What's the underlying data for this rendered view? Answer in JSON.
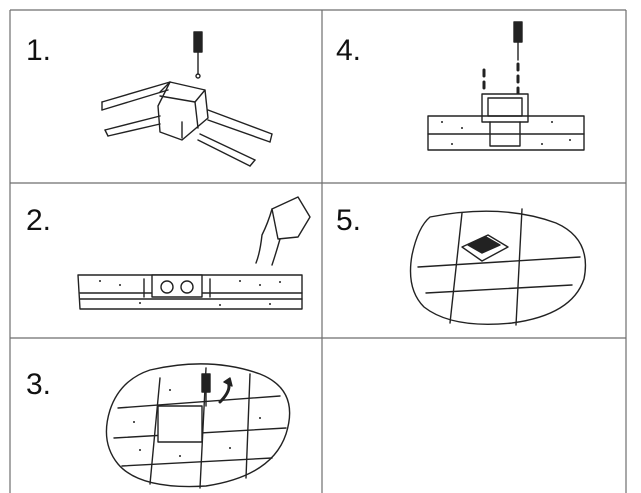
{
  "steps": [
    {
      "number": "1.",
      "icon": "screwdriver-fixing-junction-box-icon"
    },
    {
      "number": "2.",
      "icon": "pouring-concrete-over-duct-icon"
    },
    {
      "number": "3.",
      "icon": "drilling-floor-tiles-icon"
    },
    {
      "number": "4.",
      "icon": "screwing-outlet-into-box-icon"
    },
    {
      "number": "5.",
      "icon": "floor-outlet-installed-icon"
    }
  ],
  "colors": {
    "line": "#222222",
    "border": "#6e6e6e"
  }
}
